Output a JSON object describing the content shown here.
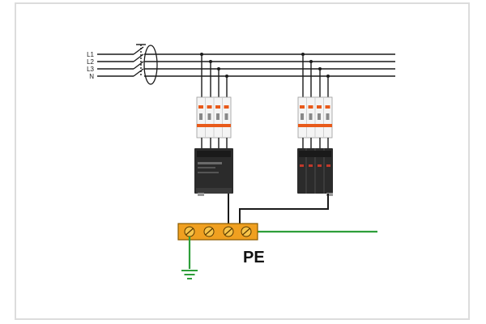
{
  "diagram": {
    "line_labels": [
      "L1",
      "L2",
      "L3",
      "N"
    ],
    "bus_label": "PE",
    "colors": {
      "wire": "#1a1a1a",
      "earth_wire": "#2e9e3a",
      "bus_bar": "#f0a020",
      "breaker_handle": "#e85a1a",
      "device_body": "#2b2b2b",
      "frame": "#dcdcdc"
    },
    "icons": [
      "ground-icon",
      "screw-terminal-icon",
      "circuit-breaker-icon",
      "surge-protector-icon"
    ]
  }
}
